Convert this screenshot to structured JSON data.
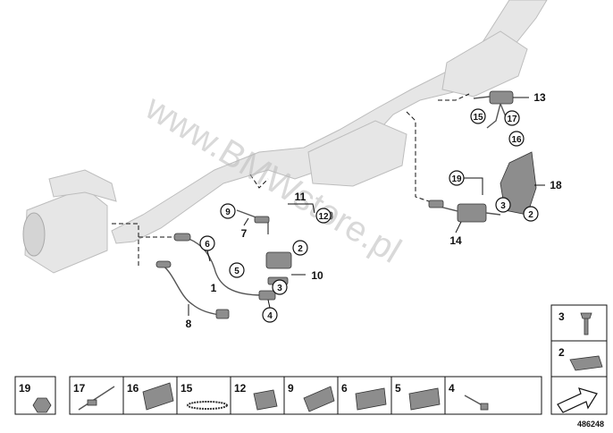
{
  "watermark": "www.BMWstore.pl",
  "diagram_id": "486248",
  "callouts": {
    "c1": "1",
    "c2a": "2",
    "c2b": "2",
    "c3a": "3",
    "c3b": "3",
    "c4": "4",
    "c5": "5",
    "c6": "6",
    "c7": "7",
    "c8": "8",
    "c9": "9",
    "c10": "10",
    "c11": "11",
    "c12": "12",
    "c13": "13",
    "c14": "14",
    "c15": "15",
    "c16": "16",
    "c17": "17",
    "c18": "18",
    "c19": "19"
  },
  "legend_right": [
    "3",
    "2"
  ],
  "legend_bottom": [
    "19",
    "17",
    "16",
    "15",
    "12",
    "9",
    "6",
    "5",
    "4"
  ]
}
